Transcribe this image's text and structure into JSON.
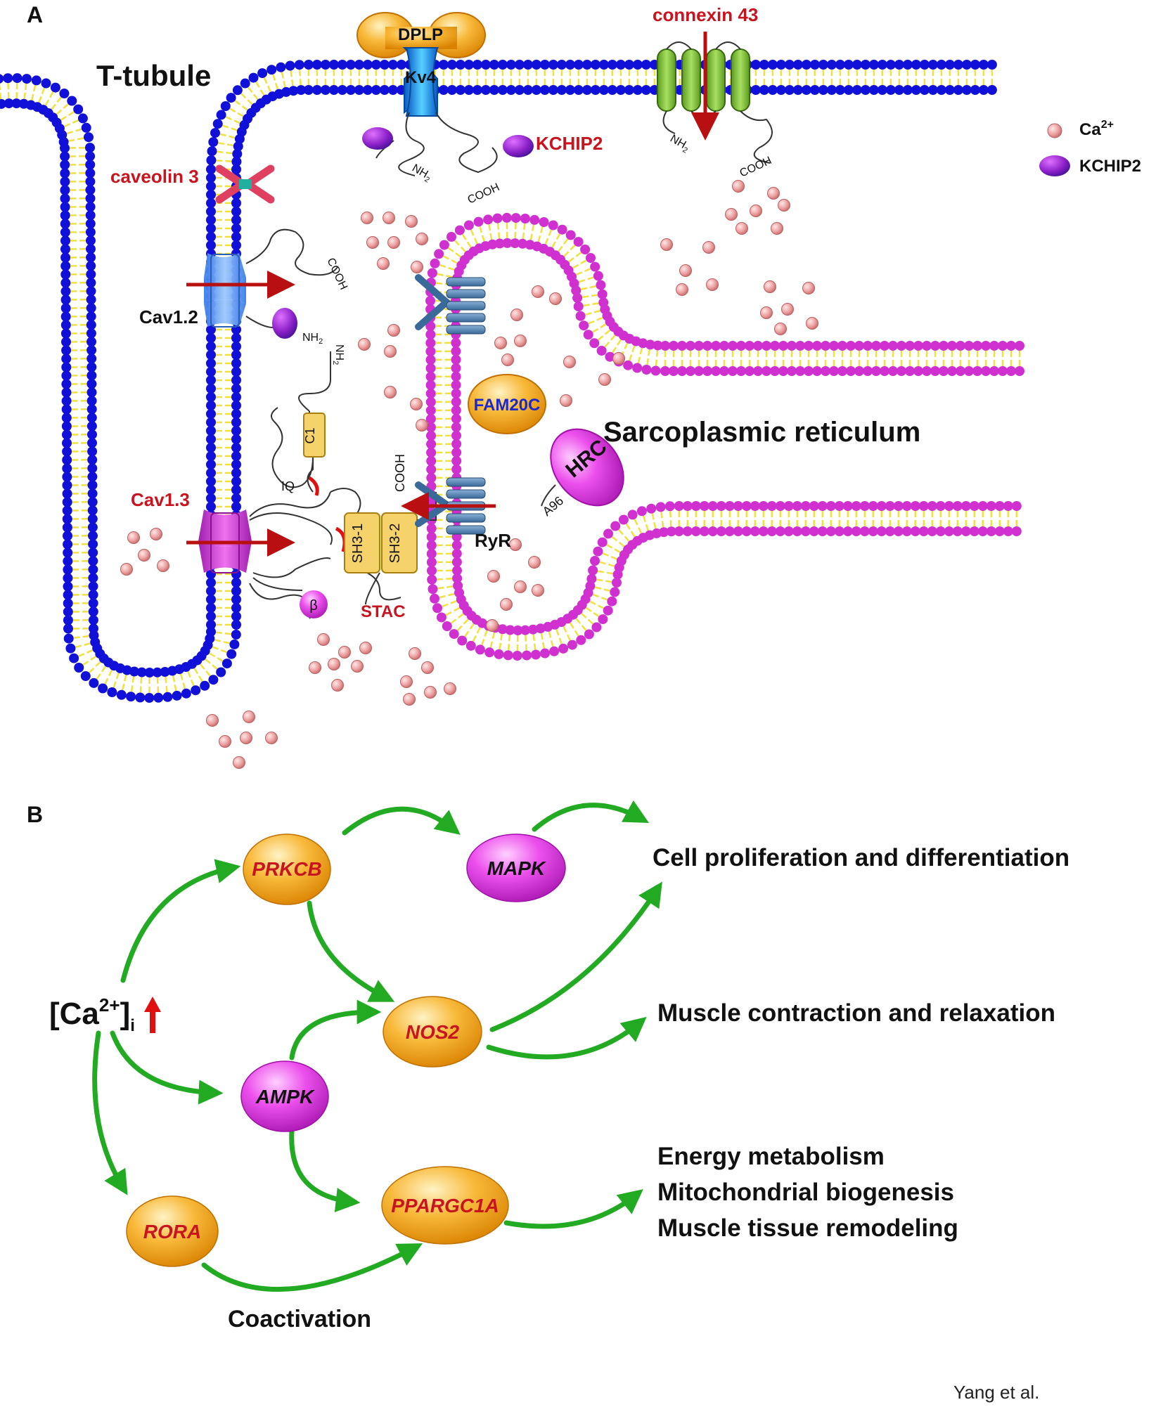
{
  "panel_a": {
    "label": "A",
    "t_tubule": "T-tubule",
    "sr": "Sarcoplasmic reticulum",
    "dplp": "DPLP",
    "kv4": "Kv4",
    "connexin": "connexin 43",
    "kchip2": "KCHIP2",
    "caveolin": "caveolin 3",
    "cav12": "Cav1.2",
    "cav13": "Cav1.3",
    "fam20c": "FAM20C",
    "hrc": "HRC",
    "a96": "A96",
    "ryr": "RyR",
    "stac": "STAC",
    "sh3_1": "SH3-1",
    "sh3_2": "SH3-2",
    "c1": "C1",
    "iq": "IQ",
    "beta": "β",
    "nh2": "NH",
    "nh2_sub": "2",
    "cooh": "COOH",
    "legend": {
      "ca": "Ca",
      "ca_sup": "2+",
      "kchip2": "KCHIP2"
    }
  },
  "panel_b": {
    "label": "B",
    "ca_main": "[Ca",
    "ca_sup": "2+",
    "ca_close": "]",
    "ca_sub": "i",
    "nodes": {
      "prkcb": "PRKCB",
      "mapk": "MAPK",
      "nos2": "NOS2",
      "ampk": "AMPK",
      "ppargc1a": "PPARGC1A",
      "rora": "RORA"
    },
    "outcomes": {
      "prolif": "Cell proliferation and differentiation",
      "contract": "Muscle contraction and relaxation",
      "energy": "Energy metabolism",
      "mito": "Mitochondrial biogenesis",
      "remodel": "Muscle tissue remodeling"
    },
    "coactivation": "Coactivation"
  },
  "credit": "Yang et al.",
  "colors": {
    "head_blue": "#1010d8",
    "head_magenta": "#d030d0",
    "tail_yellow": "#f0e040",
    "label_red": "#c8141e",
    "label_blue": "#1d28c8",
    "arrow_green": "#22aa22",
    "arrow_red": "#b81010",
    "node_orange": "#f5a623",
    "node_magenta": "#e040e0",
    "ca_dot": "#e89a9a"
  }
}
